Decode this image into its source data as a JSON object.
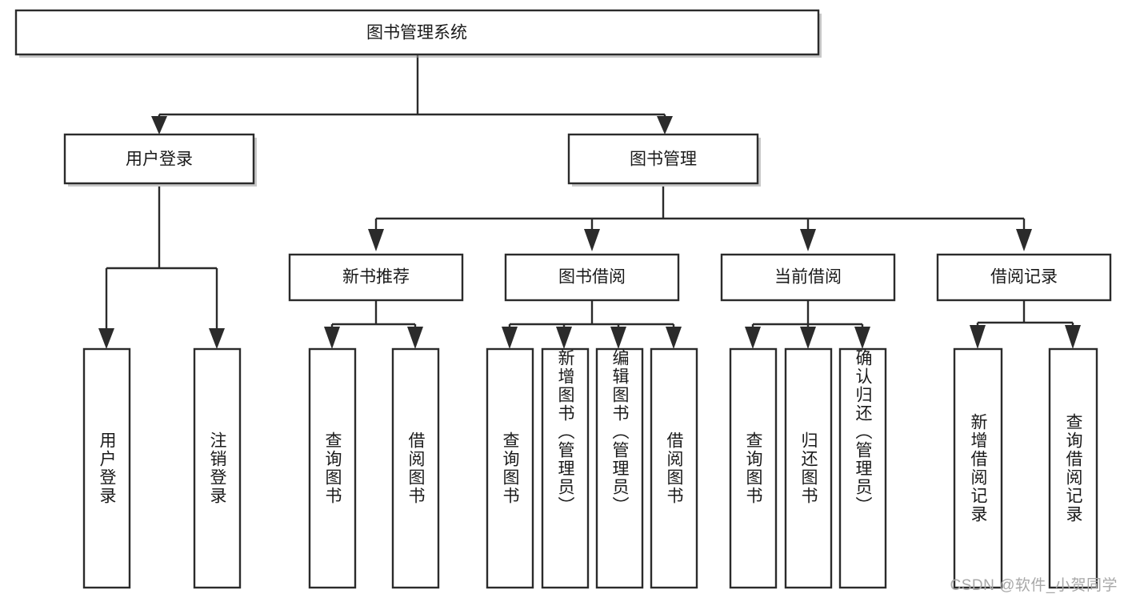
{
  "diagram": {
    "type": "tree",
    "title": "图书管理系统",
    "watermark": "CSDN @软件_小贺同学",
    "root": {
      "id": "root",
      "label": "图书管理系统",
      "orientation": "horizontal"
    },
    "level1": [
      {
        "id": "user-login",
        "label": "用户登录",
        "orientation": "horizontal"
      },
      {
        "id": "book-manage",
        "label": "图书管理",
        "orientation": "horizontal"
      }
    ],
    "level2": [
      {
        "id": "new-book-recommend",
        "label": "新书推荐",
        "parent": "book-manage",
        "orientation": "horizontal"
      },
      {
        "id": "book-borrow",
        "label": "图书借阅",
        "parent": "book-manage",
        "orientation": "horizontal"
      },
      {
        "id": "current-borrow",
        "label": "当前借阅",
        "parent": "book-manage",
        "orientation": "horizontal"
      },
      {
        "id": "borrow-record",
        "label": "借阅记录",
        "parent": "book-manage",
        "orientation": "horizontal"
      }
    ],
    "leaves": [
      {
        "id": "leaf-user-login",
        "label": "用户登录",
        "parent": "user-login",
        "orientation": "vertical"
      },
      {
        "id": "leaf-user-logout",
        "label": "注销登录",
        "parent": "user-login",
        "orientation": "vertical"
      },
      {
        "id": "leaf-query-book-1",
        "label": "查询图书",
        "parent": "new-book-recommend",
        "orientation": "vertical"
      },
      {
        "id": "leaf-borrow-book-1",
        "label": "借阅图书",
        "parent": "new-book-recommend",
        "orientation": "vertical"
      },
      {
        "id": "leaf-query-book-2",
        "label": "查询图书",
        "parent": "book-borrow",
        "orientation": "vertical"
      },
      {
        "id": "leaf-add-book",
        "label": "新增图书（管理员）",
        "parent": "book-borrow",
        "orientation": "vertical"
      },
      {
        "id": "leaf-edit-book",
        "label": "编辑图书（管理员）",
        "parent": "book-borrow",
        "orientation": "vertical"
      },
      {
        "id": "leaf-borrow-book-2",
        "label": "借阅图书",
        "parent": "book-borrow",
        "orientation": "vertical"
      },
      {
        "id": "leaf-query-book-3",
        "label": "查询图书",
        "parent": "current-borrow",
        "orientation": "vertical"
      },
      {
        "id": "leaf-return-book",
        "label": "归还图书",
        "parent": "current-borrow",
        "orientation": "vertical"
      },
      {
        "id": "leaf-confirm-return",
        "label": "确认归还（管理员）",
        "parent": "current-borrow",
        "orientation": "vertical"
      },
      {
        "id": "leaf-add-record",
        "label": "新增借阅记录",
        "parent": "borrow-record",
        "orientation": "vertical"
      },
      {
        "id": "leaf-query-record",
        "label": "查询借阅记录",
        "parent": "borrow-record",
        "orientation": "vertical"
      }
    ],
    "colors": {
      "stroke": "#2b2b2b",
      "fill": "#ffffff",
      "text": "#1a1a1a",
      "watermark": "#a8a8a8"
    }
  }
}
